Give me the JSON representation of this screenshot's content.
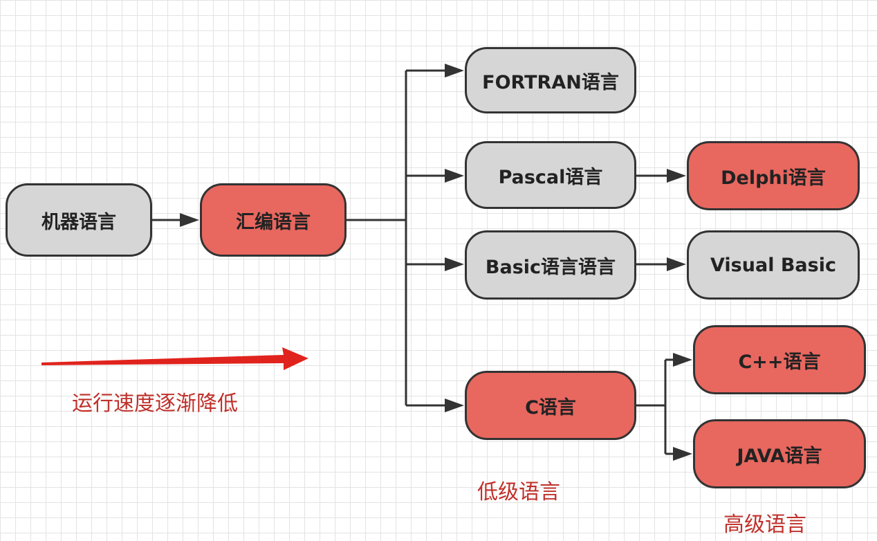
{
  "nodes": {
    "machine": "机器语言",
    "assembly": "汇编语言",
    "fortran": "FORTRAN语言",
    "pascal": "Pascal语言",
    "basic": "Basic语言语言",
    "c": "C语言",
    "delphi": "Delphi语言",
    "visual_basic": "Visual Basic",
    "cpp": "C++语言",
    "java": "JAVA语言"
  },
  "labels": {
    "speed": "运行速度逐渐降低",
    "low_level": "低级语言",
    "high_level": "高级语言"
  },
  "colors": {
    "gray_fill": "#d6d6d6",
    "red_fill": "#e8675f",
    "border": "#333333",
    "accent_text": "#c0302a",
    "speed_arrow": "#e0231d"
  }
}
